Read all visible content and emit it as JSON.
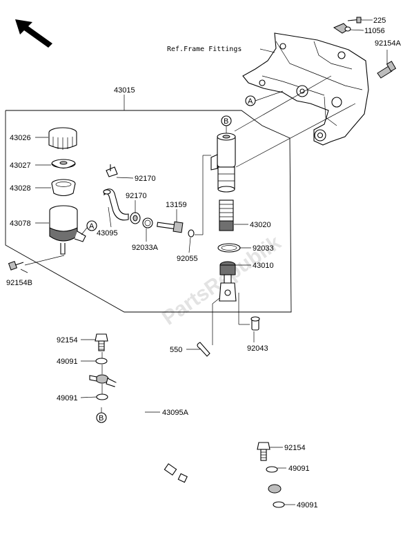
{
  "watermark": "PartsRepublik",
  "callouts": {
    "a_top": "A",
    "a_reservoir": "A",
    "b_cylinder": "B",
    "b_hose": "B"
  },
  "labels": {
    "p225": "225",
    "p11056": "11056",
    "ref_frame": "Ref.Frame Fittings",
    "p92154A": "92154A",
    "p43015": "43015",
    "p43026": "43026",
    "p43027": "43027",
    "p43028": "43028",
    "p43078": "43078",
    "p92154B": "92154B",
    "p92170a": "92170",
    "p92170b": "92170",
    "p43095": "43095",
    "p92033A": "92033A",
    "p13159": "13159",
    "p92055": "92055",
    "p43020": "43020",
    "p92033": "92033",
    "p43010": "43010",
    "p550": "550",
    "p92043": "92043",
    "p92154a": "92154",
    "p49091a": "49091",
    "p49091b": "49091",
    "p43095A": "43095A",
    "p92154b": "92154",
    "p49091c": "49091",
    "p49091d": "49091"
  }
}
